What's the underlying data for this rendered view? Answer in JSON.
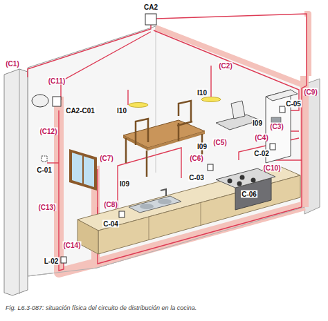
{
  "diagram": {
    "caption": "Fig. L6.3-087: situación física del circuito de distribución en la cocina.",
    "labels": [
      "CA2",
      "(C2)",
      "(C1)",
      "(C11)",
      "I10",
      "(C9)",
      "C-05",
      "CA2-C01",
      "I10",
      "(C3)",
      "I09",
      "(C12)",
      "(C4)",
      "(C5)",
      "I09",
      "C-02",
      "(C6)",
      "(C7)",
      "C-01",
      "(C10)",
      "C-03",
      "I09",
      "C-06",
      "(C8)",
      "(C13)",
      "C-04",
      "(C14)",
      "L-02"
    ]
  }
}
